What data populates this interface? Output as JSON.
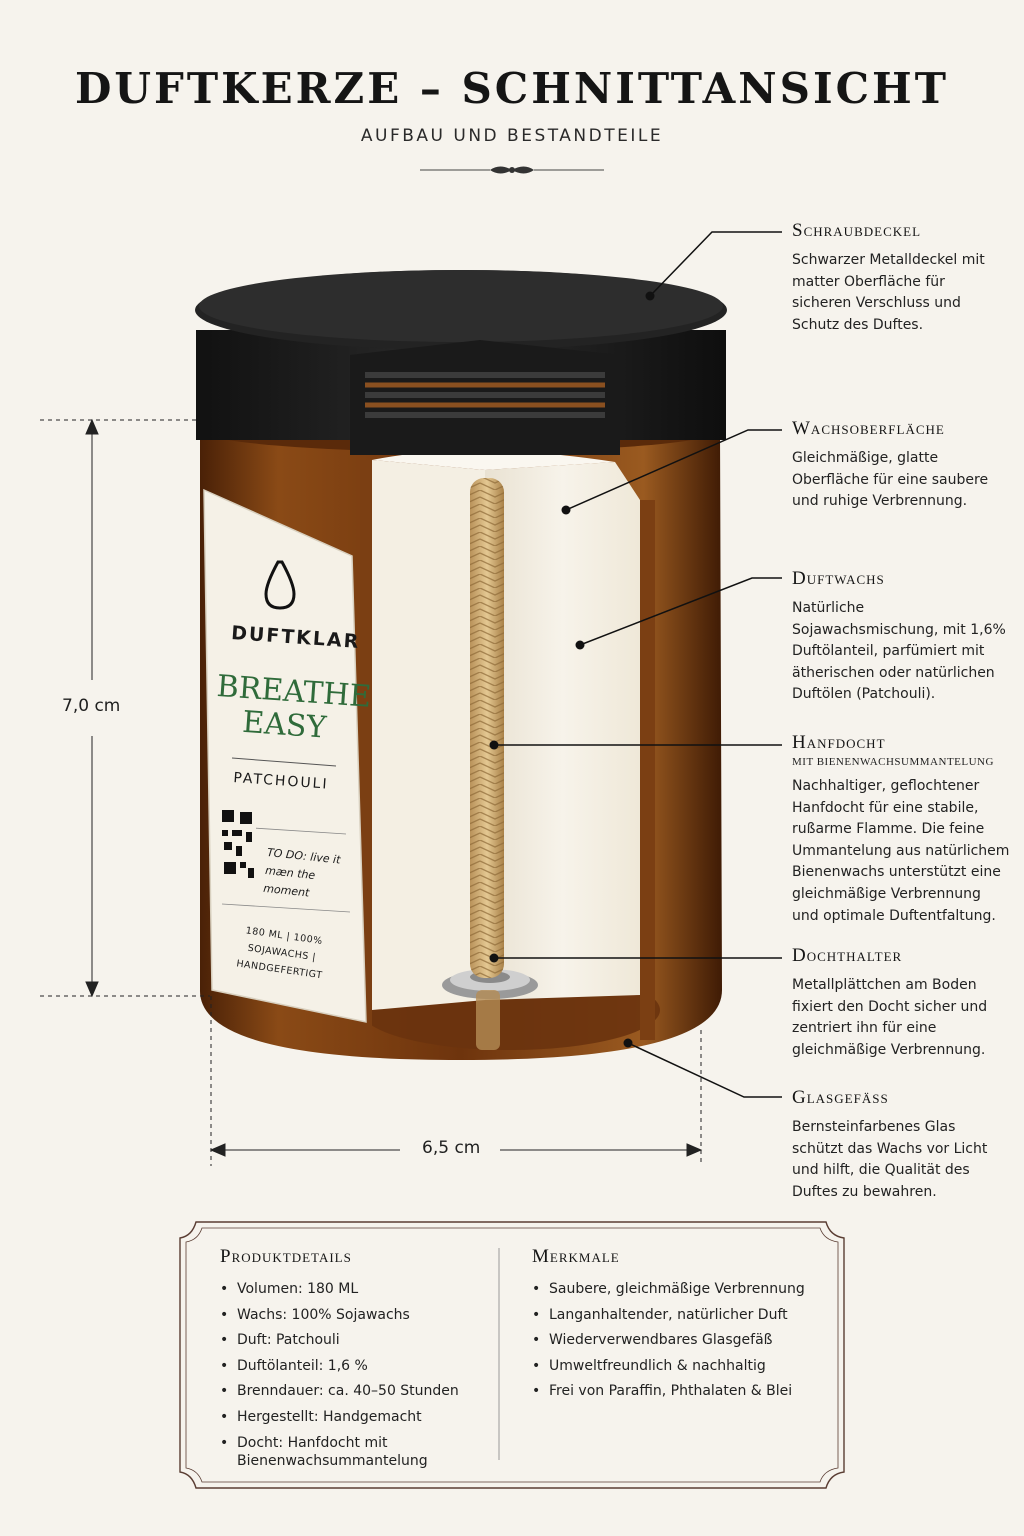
{
  "header": {
    "title": "DUFTKERZE – SCHNITTANSICHT",
    "subtitle": "AUFBAU UND BESTANDTEILE"
  },
  "jar_label": {
    "brand": "DUFTKLAR",
    "product_line1": "BREATHE",
    "product_line2": "EASY",
    "scent": "PATCHOULI",
    "todo_line1": "TO DO: live it",
    "todo_line2": "mæn the moment",
    "spec_line1": "180 ML | 100% SOJAWACHS |",
    "spec_line2": "HANDGEFERTIGT",
    "colors": {
      "product_text": "#2f6b3a",
      "glass": "#7a3f12",
      "wax": "#f3ede0",
      "lid": "#1f1f1f"
    }
  },
  "dimensions": {
    "height": "7,0 cm",
    "width": "6,5 cm"
  },
  "callouts": [
    {
      "title": "Schraubdeckel",
      "subtitle": "",
      "text": "Schwarzer Metalldeckel mit matter Oberfläche für sicheren Verschluss und Schutz des Duftes."
    },
    {
      "title": "Wachsoberfläche",
      "subtitle": "",
      "text": "Gleichmäßige, glatte Oberfläche für eine saubere und ruhige Verbrennung."
    },
    {
      "title": "Duftwachs",
      "subtitle": "",
      "text": "Natürliche Sojawachsmischung, mit 1,6% Duftölanteil, parfümiert mit ätherischen oder natürlichen Duftölen (Patchouli)."
    },
    {
      "title": "Hanfdocht",
      "subtitle": "mit Bienenwachsummantelung",
      "text": "Nachhaltiger, geflochtener Hanfdocht für eine stabile, rußarme Flamme. Die feine Ummantelung aus natürlichem Bienenwachs unterstützt eine gleichmäßige Verbrennung und optimale Duftentfaltung."
    },
    {
      "title": "Dochthalter",
      "subtitle": "",
      "text": "Metallplättchen am Boden fixiert den Docht sicher und zentriert ihn für eine gleichmäßige Verbrennung."
    },
    {
      "title": "Glasgefäss",
      "subtitle": "",
      "text": "Bernsteinfarbenes Glas schützt das Wachs vor Licht und hilft, die Qualität des Duftes zu bewahren."
    }
  ],
  "details": {
    "product_title": "Produktdetails",
    "product_items": [
      "Volumen: 180 ML",
      "Wachs: 100% Sojawachs",
      "Duft: Patchouli",
      "Duftölanteil: 1,6 %",
      "Brenndauer: ca. 40–50 Stunden",
      "Hergestellt: Handgemacht",
      "Docht: Hanfdocht mit Bienenwachsummantelung"
    ],
    "features_title": "Merkmale",
    "features_items": [
      "Saubere, gleichmäßige Verbrennung",
      "Langanhaltender, natürlicher Duft",
      "Wiederverwendbares Glasgefäß",
      "Umweltfreundlich & nachhaltig",
      "Frei von Paraffin, Phthalaten & Blei"
    ]
  }
}
